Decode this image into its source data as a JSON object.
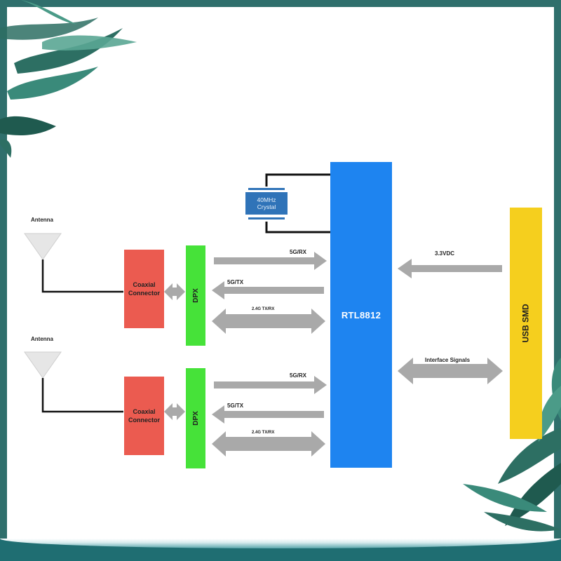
{
  "diagram": {
    "chip_label": "RTL8812",
    "usb_label": "USB SMD",
    "crystal_label": "40MHz\nCrystal",
    "antenna_label": "Antenna",
    "coax_label": "Coaxial\nConnector",
    "dpx_label": "DPX",
    "signals": {
      "rx5g": "5G/RX",
      "tx5g": "5G/TX",
      "txrx24": "2.4G TX/RX",
      "power": "3.3VDC",
      "interface": "Interface Signals"
    }
  },
  "colors": {
    "chip": "#1e84f0",
    "usb": "#f5cf1e",
    "coax": "#eb5b50",
    "dpx": "#46e239",
    "crystal": "#2f73b8",
    "arrow": "#a9a9a9",
    "frame": "#2f6f6c"
  }
}
